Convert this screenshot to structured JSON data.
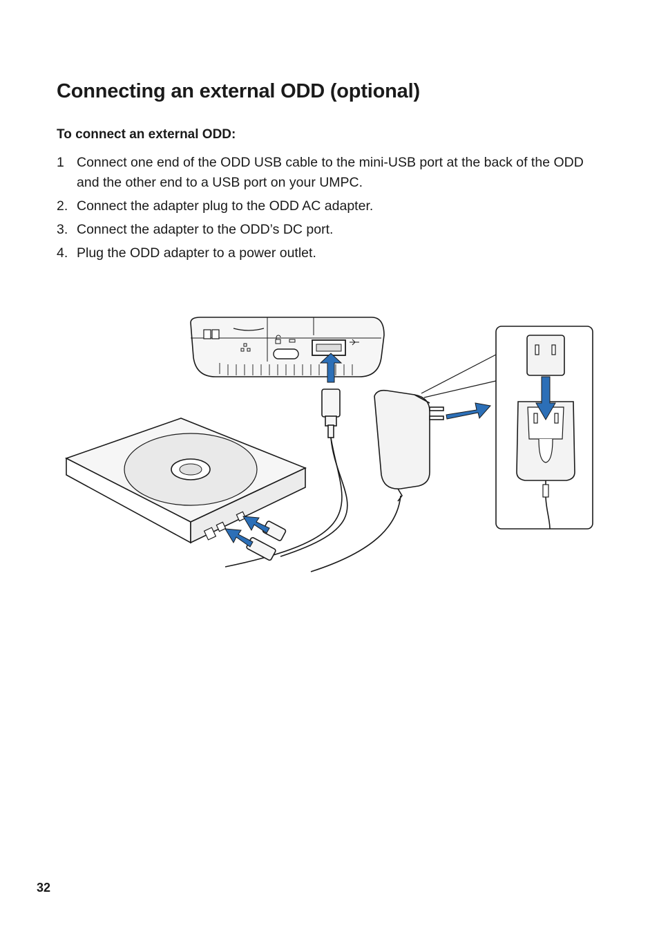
{
  "document": {
    "title": "Connecting an external ODD (optional)",
    "subheading": "To connect an external ODD:",
    "steps": [
      {
        "num": "1",
        "text": "Connect one end of the ODD USB cable to the mini-USB port at the back of the ODD and the other end to a USB port on your UMPC."
      },
      {
        "num": "2.",
        "text": "Connect the adapter plug to the ODD AC adapter."
      },
      {
        "num": "3.",
        "text": "Connect the adapter to the ODD’s DC port."
      },
      {
        "num": "4.",
        "text": "Plug the ODD adapter to a power outlet."
      }
    ],
    "page_number": "32"
  },
  "colors": {
    "arrow": "#2c6fb7",
    "line": "#1a1a1a",
    "device_fill": "#f4f4f4"
  },
  "icons": [
    "usb-icon",
    "ethernet-icon",
    "lock-icon",
    "optical-disc"
  ]
}
